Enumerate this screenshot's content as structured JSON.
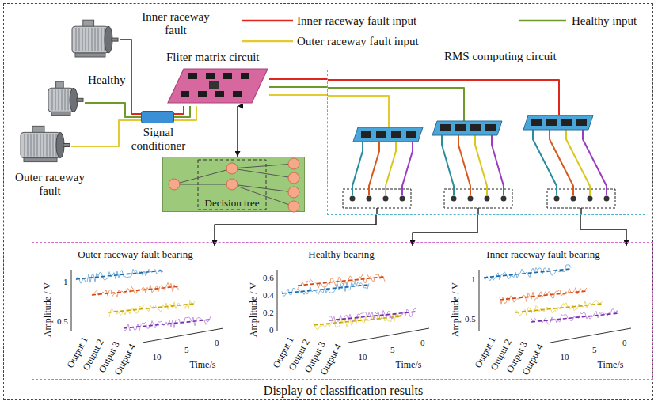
{
  "diagram": {
    "nodes": [
      {
        "text": [
          "Inner raceway fault"
        ]
      },
      {
        "text": [
          "Healthy"
        ]
      },
      {
        "text": [
          "Outer raceway fault"
        ]
      },
      {
        "text": [
          "Signal conditioner"
        ]
      },
      {
        "text": [
          "Fliter matrix circuit"
        ]
      },
      {
        "text": [
          "Decision tree"
        ]
      },
      {
        "text": [
          "RMS computing circuit"
        ]
      },
      {
        "text": [
          "Display of classification results"
        ]
      },
      {
        "text": [
          "Outer raceway fault bearing"
        ],
        "in": 7
      },
      {
        "text": [
          "Healthy bearing"
        ],
        "in": 7
      },
      {
        "text": [
          "Inner raceway fault bearing"
        ],
        "in": 7
      }
    ],
    "edges": [
      {
        "from": 0,
        "to": 3,
        "arrow": "none"
      },
      {
        "from": 1,
        "to": 3,
        "arrow": "none"
      },
      {
        "from": 2,
        "to": 3,
        "arrow": "none"
      },
      {
        "from": 3,
        "to": 4,
        "arrow": "none"
      },
      {
        "from": 3,
        "to": 4,
        "arrow": "none"
      },
      {
        "from": 3,
        "to": 4,
        "arrow": "none"
      },
      {
        "from": 4,
        "to": 5,
        "arrow": "both"
      },
      {
        "from": 4,
        "to": 6,
        "arrow": "none"
      },
      {
        "from": 4,
        "to": 6,
        "arrow": "none"
      },
      {
        "from": 4,
        "to": 6,
        "arrow": "none"
      },
      {
        "from": 6,
        "to": 8,
        "arrow": "to"
      },
      {
        "from": 6,
        "to": 9,
        "arrow": "to"
      },
      {
        "from": 6,
        "to": 10,
        "arrow": "to"
      }
    ],
    "labels": [
      "Amplitude / V",
      "1",
      "0.5",
      "Output 1",
      "Output 2",
      "Output 3",
      "Output 4",
      "10",
      "5",
      "0",
      "Time/s",
      "Amplitude / V",
      "0.6",
      "0.4",
      "0.2",
      "0",
      "Output 1",
      "Output 2",
      "Output 3",
      "Output 4",
      "10",
      "5",
      "0",
      "Time/s",
      "Amplitude / V",
      "1",
      "0.5",
      "Output 1",
      "Output 2",
      "Output 3",
      "Output 4",
      "10",
      "5",
      "0",
      "Time/s"
    ],
    "legend": [
      {
        "text": "Inner raceway fault input"
      },
      {
        "text": "Healthy input"
      },
      {
        "text": "Outer raceway fault input"
      }
    ]
  }
}
